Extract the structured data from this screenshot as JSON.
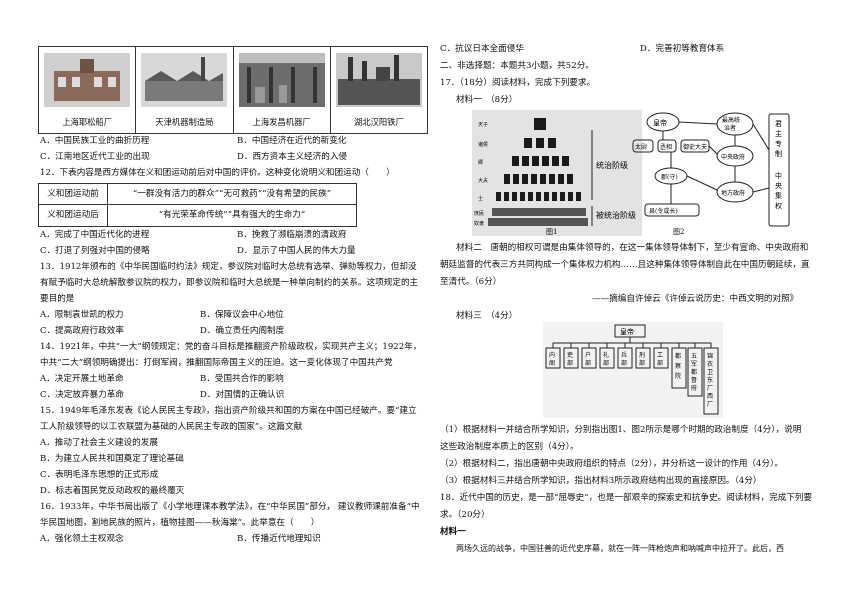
{
  "left": {
    "photos": [
      {
        "caption": "上海耶松船厂"
      },
      {
        "caption": "天津机器制造局"
      },
      {
        "caption": "上海发昌机器厂"
      },
      {
        "caption": "湖北汉阳铁厂"
      }
    ],
    "q11_options": [
      "A．中国民族工业的曲折历程",
      "B．中国经济在近代的新变化",
      "C．江南地区近代工业的出现",
      "D．西方资本主义经济的入侵"
    ],
    "q12_stem": "12．下表内容是西方媒体在义和团运动前后对中国的评价。这种变化说明义和团运动（　　）",
    "q12_table": [
      {
        "label": "义和团运动前",
        "text": "“一群没有活力的群众”“无可救药”“没有希望的民族”"
      },
      {
        "label": "义和团运动后",
        "text": "“有光荣革命传统”“具有强大的生命力”"
      }
    ],
    "q12_options": [
      "A．完成了中国近代化的进程",
      "B．挽救了濒临崩溃的清政府",
      "C．打退了列强对中国的侵略",
      "D．显示了中国人民的伟大力量"
    ],
    "q13_lines": [
      "13．1912年颁布的《中华民国临时约法》规定，参议院对临时大总统有选举、弹劾等权力，但却没",
      "有赋予临时大总统解散参议院的权力，即参议院和临时大总统是一种单向制约的关系。这项规定的主",
      "要目的是"
    ],
    "q13_options": [
      "A．限制袁世凯的权力",
      "B．保障议会中心地位",
      "C．提高政府行政效率",
      "D．确立责任内阁制度"
    ],
    "q14_lines": [
      "14．1921年，中共“一大”纲领规定：党的奋斗目标是推翻资产阶级政权，实现共产主义；1922年，",
      "中共“二大”纲领明确提出：打倒军阀，推翻国际帝国主义的压迫。这一变化体现了中国共产党"
    ],
    "q14_options": [
      "A．决定开展土地革命",
      "B．受国共合作的影响",
      "C．决定放弃暴力革命",
      "D．对国情的正确认识"
    ],
    "q15_lines": [
      "15．1949年毛泽东发表《论人民民主专政》，指出资产阶级共和国的方案在中国已经破产。要“建立",
      "工人阶级领导的以工农联盟为基础的人民民主专政的国家”。这篇文献"
    ],
    "q15_options": [
      "A．推动了社会主义建设的发展",
      "B．为建立人民共和国奠定了理论基础",
      "C．表明毛泽东思想的正式形成",
      "D．标志着国民党反动政权的最终覆灭"
    ],
    "q16_lines": [
      "16．1933年，中华书局出版了《小学地理课本教学法》，在“中华民国”部分， 建议教师课前准备“中",
      "华民国地图，割地民族的照片，植物挂图——秋海棠”。此举意在（　　）"
    ],
    "q16_options": [
      "A．强化领土主权观念",
      "B．传播近代地理知识"
    ]
  },
  "right": {
    "q16_options_cont": [
      "C．抗议日本全面侵华",
      "D．完善初等教育体系"
    ],
    "section2": "二、非选择题：本题共3小题，共52分。",
    "q17_head": "17．（18分）阅读材料，完成下列要求。",
    "m1_label": "材料一　（8分）",
    "fig1": {
      "top": "天子",
      "ranks": [
        "诸侯",
        "卿",
        "大夫",
        "士"
      ],
      "bottom": [
        "庶民",
        "奴隶"
      ],
      "labels": [
        "统治阶级",
        "被统治阶级"
      ],
      "caption": "图1"
    },
    "fig2": {
      "nodes": [
        "皇帝",
        "最高统治者",
        "太尉",
        "丞相",
        "御史大夫",
        "中央政府",
        "郡(守)",
        "县(令或长)",
        "地方政府",
        "君主专制",
        "中央集权"
      ],
      "caption": "图2"
    },
    "m2_lines": [
      "材料二　唐朝的相权可谓是由集体领导的，在这一集体领导体制下，至少有宣命、中央政府和",
      "朝廷监督的代表三方共同构成一个集体权力机构……且这种集体领导体制自此在中国历朝延续，直",
      "至清代。（6分）"
    ],
    "m2_source": "——摘编自许倬云《许倬云说历史：中西文明的对照》",
    "m3_label": "材料三　（4分）",
    "fig3": {
      "top": "皇帝",
      "branches": [
        "内阁",
        "吏部",
        "户部",
        "礼部",
        "兵部",
        "刑部",
        "工部",
        "都察院",
        "五军都督府",
        "锦衣卫东厂西厂"
      ]
    },
    "q_lines": [
      "（1）根据材料一并结合所学知识，分别指出图1、图2所示是哪个时期的政治制度（4分），说明",
      "这些政治制度本质上的区别（4分）。",
      "（2）根据材料二，指出唐朝中央政府组织的特点（2分），并分析这一设计的作用（4分）。",
      "（3）根据材料三并结合所学知识，指出材料3所示政府结构出现的直接原因。（4分）",
      "18．近代中国的历史，是一部“屈辱史”，也是一部艰辛的探索史和抗争史。阅读材料，完成下列要",
      "求。（20分）"
    ],
    "m18_label": "材料一",
    "m18_line": "两场久远的战争，中国驻善的近代史序幕，就在一阵一阵枪炮声和呐喊声中拉开了。此后，西"
  }
}
